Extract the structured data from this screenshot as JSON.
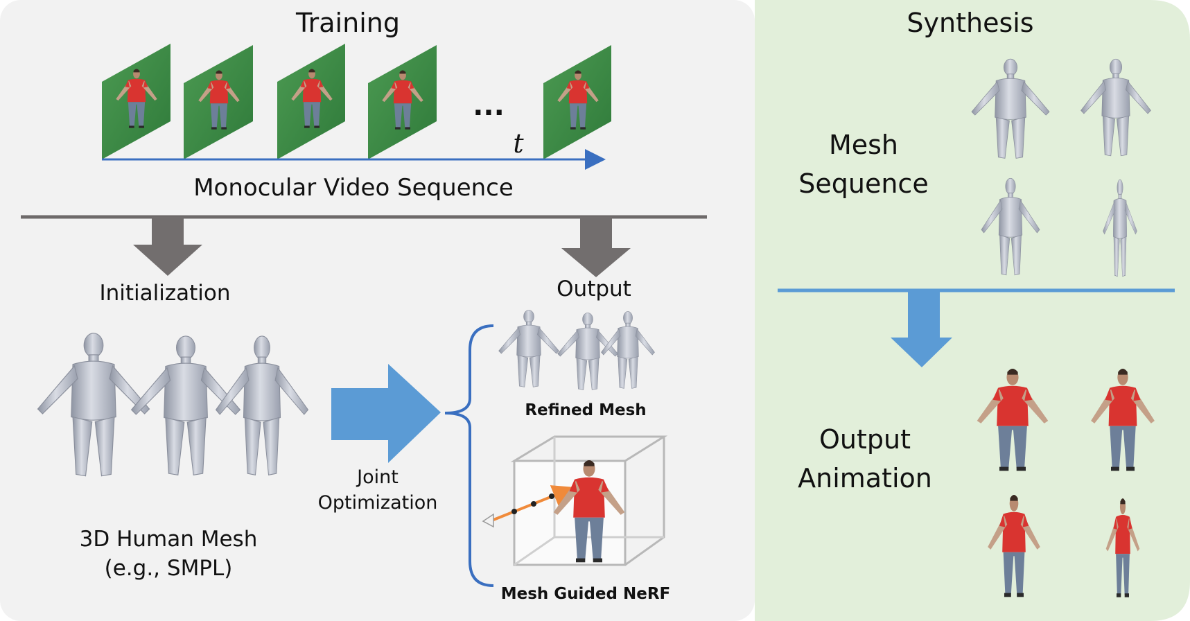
{
  "training": {
    "title": "Training",
    "video_caption": "Monocular Video Sequence",
    "ellipsis": "...",
    "time_symbol": "t",
    "initialization": "Initialization",
    "output": "Output",
    "mesh_caption_line1": "3D Human Mesh",
    "mesh_caption_line2": "(e.g., SMPL)",
    "joint_line1": "Joint",
    "joint_line2": "Optimization",
    "refined_mesh": "Refined Mesh",
    "mesh_guided_nerf": "Mesh Guided NeRF"
  },
  "synthesis": {
    "title": "Synthesis",
    "mesh_sequence_line1": "Mesh",
    "mesh_sequence_line2": "Sequence",
    "output_animation_line1": "Output",
    "output_animation_line2": "Animation"
  },
  "colors": {
    "training_bg": "#f2f2f2",
    "synthesis_bg": "#e2efda",
    "frame_green": "#3e8a46",
    "blue": "#5b9bd5",
    "gray_arrow": "#726e6e",
    "mesh_gray": "#b8bcc8",
    "shirt_red": "#d93430",
    "jeans_blue": "#6d7f99",
    "ray_orange": "#f08a3a"
  }
}
